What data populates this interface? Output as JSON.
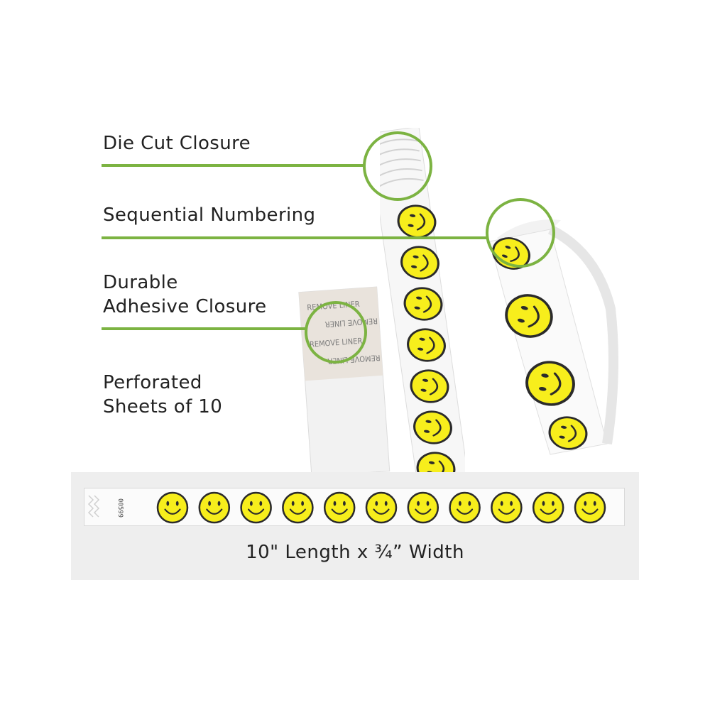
{
  "callouts": {
    "die_cut": "Die Cut Closure",
    "sequential": "Sequential Numbering",
    "adhesive_line1": "Durable",
    "adhesive_line2": "Adhesive Closure",
    "perforated_line1": "Perforated",
    "perforated_line2": "Sheets of 10"
  },
  "liner_text": "REMOVE LINER",
  "serial_number": "00599",
  "dimensions": "10\" Length x ¾” Width",
  "colors": {
    "accent": "#7cb342",
    "smiley_fill": "#f7ee1c",
    "smiley_outline": "#2b2b2b",
    "banner_bg": "#eeeeee"
  },
  "icons": {
    "smiley": "smiley-face-icon"
  }
}
